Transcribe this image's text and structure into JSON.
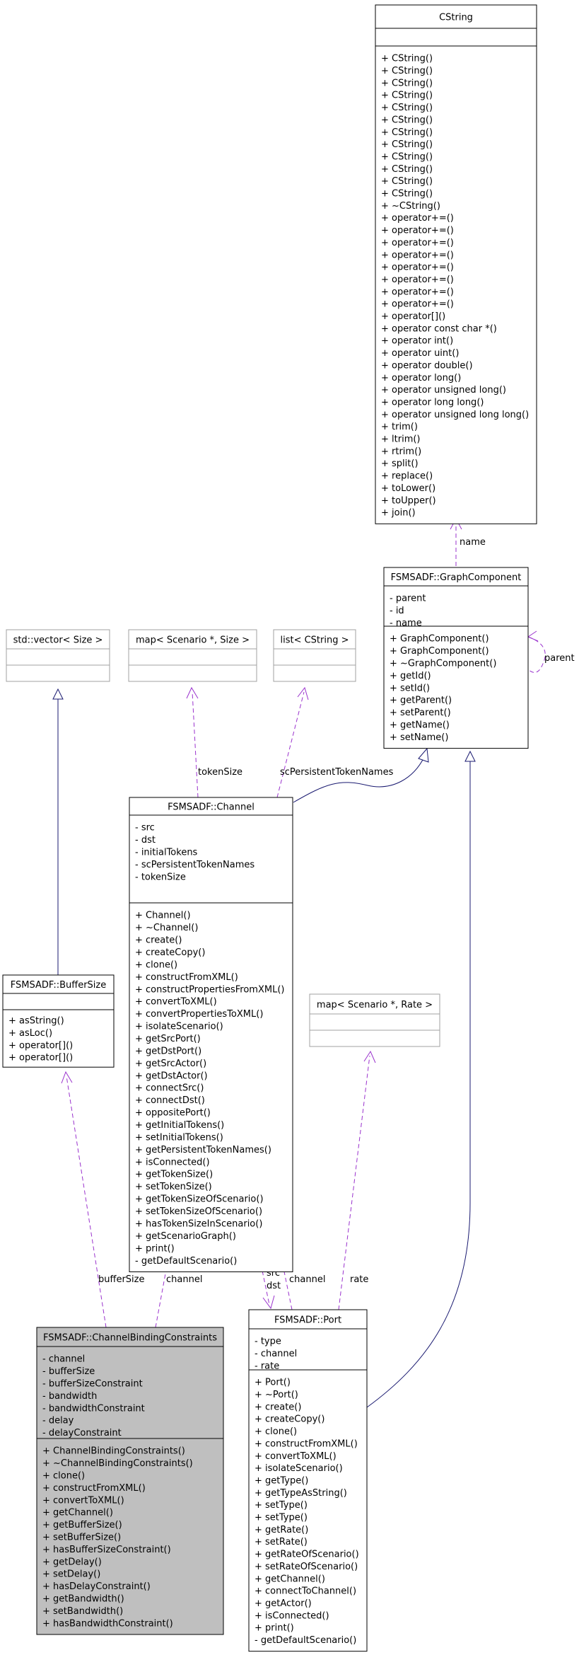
{
  "classes": [
    {
      "id": "cstring",
      "title": "CString",
      "style": "normal",
      "attributes": [],
      "methods": [
        "+ CString()",
        "+ CString()",
        "+ CString()",
        "+ CString()",
        "+ CString()",
        "+ CString()",
        "+ CString()",
        "+ CString()",
        "+ CString()",
        "+ CString()",
        "+ CString()",
        "+ CString()",
        "+ ~CString()",
        "+ operator+=()",
        "+ operator+=()",
        "+ operator+=()",
        "+ operator+=()",
        "+ operator+=()",
        "+ operator+=()",
        "+ operator+=()",
        "+ operator+=()",
        "+ operator[]()",
        "+ operator const char *()",
        "+ operator int()",
        "+ operator uint()",
        "+ operator double()",
        "+ operator long()",
        "+ operator unsigned long()",
        "+ operator long long()",
        "+ operator unsigned long long()",
        "+ trim()",
        "+ ltrim()",
        "+ rtrim()",
        "+ split()",
        "+ replace()",
        "+ toLower()",
        "+ toUpper()",
        "+ join()"
      ]
    },
    {
      "id": "graphcomponent",
      "title": "FSMSADF::GraphComponent",
      "style": "normal",
      "attributes": [
        "- parent",
        "- id",
        "- name"
      ],
      "methods": [
        "+ GraphComponent()",
        "+ GraphComponent()",
        "+ ~GraphComponent()",
        "+ getId()",
        "+ setId()",
        "+ getParent()",
        "+ setParent()",
        "+ getName()",
        "+ setName()"
      ]
    },
    {
      "id": "vector",
      "title": "std::vector< Size >",
      "style": "template",
      "attributes": [],
      "methods": []
    },
    {
      "id": "mapsize",
      "title": "map< Scenario *, Size >",
      "style": "template",
      "attributes": [],
      "methods": []
    },
    {
      "id": "listcstring",
      "title": "list< CString >",
      "style": "template",
      "attributes": [],
      "methods": []
    },
    {
      "id": "channel",
      "title": "FSMSADF::Channel",
      "style": "normal",
      "attributes": [
        "- src",
        "- dst",
        "- initialTokens",
        "- scPersistentTokenNames",
        "- tokenSize"
      ],
      "methods": [
        "+ Channel()",
        "+ ~Channel()",
        "+ create()",
        "+ createCopy()",
        "+ clone()",
        "+ constructFromXML()",
        "+ constructPropertiesFromXML()",
        "+ convertToXML()",
        "+ convertPropertiesToXML()",
        "+ isolateScenario()",
        "+ getSrcPort()",
        "+ getDstPort()",
        "+ getSrcActor()",
        "+ getDstActor()",
        "+ connectSrc()",
        "+ connectDst()",
        "+ oppositePort()",
        "+ getInitialTokens()",
        "+ setInitialTokens()",
        "+ getPersistentTokenNames()",
        "+ isConnected()",
        "+ getTokenSize()",
        "+ setTokenSize()",
        "+ getTokenSizeOfScenario()",
        "+ setTokenSizeOfScenario()",
        "+ hasTokenSizeInScenario()",
        "+ getScenarioGraph()",
        "+ print()",
        "- getDefaultScenario()"
      ]
    },
    {
      "id": "buffersize",
      "title": "FSMSADF::BufferSize",
      "style": "normal",
      "attributes": [],
      "methods": [
        "+ asString()",
        "+ asLoc()",
        "+ operator[]()",
        "+ operator[]()"
      ]
    },
    {
      "id": "maprate",
      "title": "map< Scenario *, Rate >",
      "style": "template",
      "attributes": [],
      "methods": []
    },
    {
      "id": "cbc",
      "title": "FSMSADF::ChannelBindingConstraints",
      "style": "focus",
      "attributes": [
        "- channel",
        "- bufferSize",
        "- bufferSizeConstraint",
        "- bandwidth",
        "- bandwidthConstraint",
        "- delay",
        "- delayConstraint"
      ],
      "methods": [
        "+ ChannelBindingConstraints()",
        "+ ~ChannelBindingConstraints()",
        "+ clone()",
        "+ constructFromXML()",
        "+ convertToXML()",
        "+ getChannel()",
        "+ getBufferSize()",
        "+ setBufferSize()",
        "+ hasBufferSizeConstraint()",
        "+ getDelay()",
        "+ setDelay()",
        "+ hasDelayConstraint()",
        "+ getBandwidth()",
        "+ setBandwidth()",
        "+ hasBandwidthConstraint()"
      ]
    },
    {
      "id": "port",
      "title": "FSMSADF::Port",
      "style": "normal",
      "attributes": [
        "- type",
        "- channel",
        "- rate"
      ],
      "methods": [
        "+ Port()",
        "+ ~Port()",
        "+ create()",
        "+ createCopy()",
        "+ clone()",
        "+ constructFromXML()",
        "+ convertToXML()",
        "+ isolateScenario()",
        "+ getType()",
        "+ getTypeAsString()",
        "+ setType()",
        "+ setType()",
        "+ getRate()",
        "+ setRate()",
        "+ getRateOfScenario()",
        "+ setRateOfScenario()",
        "+ getChannel()",
        "+ connectToChannel()",
        "+ getActor()",
        "+ isConnected()",
        "+ print()",
        "- getDefaultScenario()"
      ]
    }
  ],
  "edge_labels": {
    "name": "name",
    "parent": "parent",
    "tokenSize": "tokenSize",
    "scPersistentTokenNames": "scPersistentTokenNames",
    "src": "src",
    "dst": "dst",
    "channel_port": "channel",
    "rate": "rate",
    "bufferSize": "bufferSize",
    "channel_cbc": "channel"
  },
  "colors": {
    "inheritance": "#191970",
    "usage": "#9a32cd",
    "focus_fill": "#bfbfbf",
    "template_border": "#a0a0a0"
  }
}
